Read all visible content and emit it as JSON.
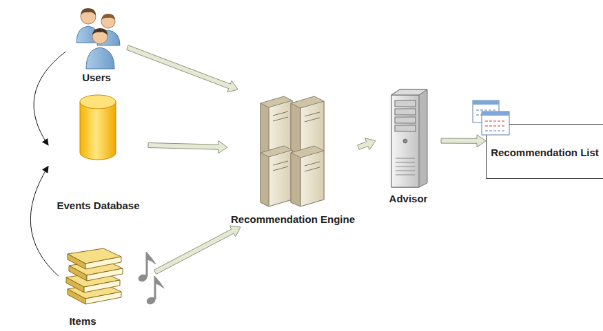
{
  "diagram": {
    "nodes": [
      {
        "text": [
          "Users"
        ]
      },
      {
        "text": [
          "Events Database"
        ]
      },
      {
        "text": [
          "Items"
        ]
      },
      {
        "text": [
          "Recommendation Engine"
        ]
      },
      {
        "text": [
          "Advisor"
        ]
      },
      {
        "text": [
          "Recommendation List"
        ]
      }
    ],
    "edges": [
      {
        "from": 0,
        "to": 3,
        "arrow": "to"
      },
      {
        "from": 1,
        "to": 3,
        "arrow": "to"
      },
      {
        "from": 2,
        "to": 3,
        "arrow": "to"
      },
      {
        "from": 3,
        "to": 4,
        "arrow": "to"
      },
      {
        "from": 4,
        "to": 5,
        "arrow": "to"
      },
      {
        "from": 0,
        "to": 1,
        "arrow": "to"
      },
      {
        "from": 2,
        "to": 1,
        "arrow": "to"
      }
    ]
  }
}
